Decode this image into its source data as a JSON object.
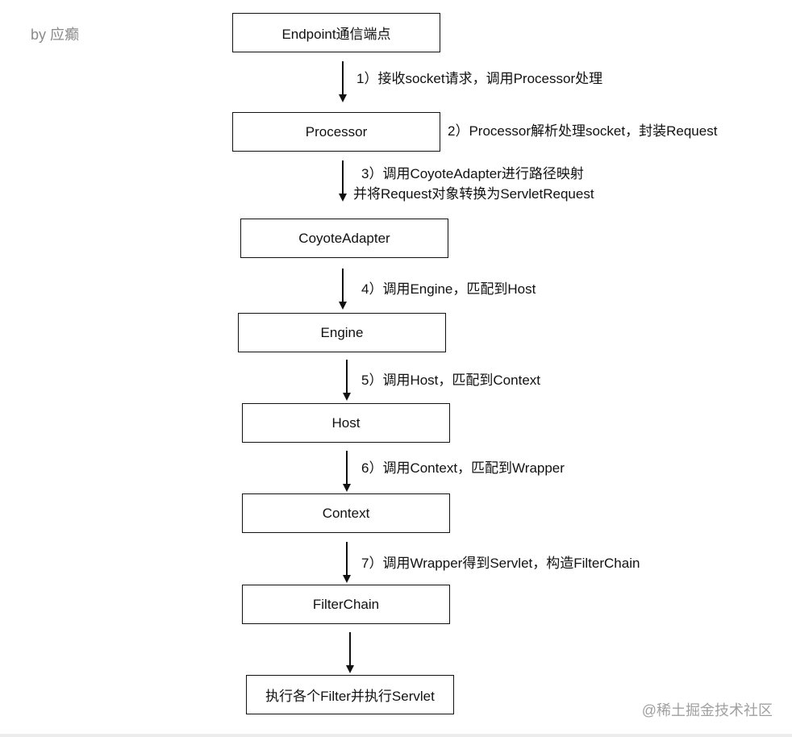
{
  "author": "by 应癫",
  "watermark": "@稀土掘金技术社区",
  "nodes": {
    "endpoint": "Endpoint通信端点",
    "processor": "Processor",
    "coyote": "CoyoteAdapter",
    "engine": "Engine",
    "host": "Host",
    "context": "Context",
    "filterchain": "FilterChain",
    "execute": "执行各个Filter并执行Servlet"
  },
  "steps": {
    "s1": "1）接收socket请求，调用Processor处理",
    "s2": "2）Processor解析处理socket，封装Request",
    "s3_line1": "3）调用CoyoteAdapter进行路径映射",
    "s3_line2": "并将Request对象转换为ServletRequest",
    "s4": "4）调用Engine，匹配到Host",
    "s5": "5）调用Host，匹配到Context",
    "s6": "6）调用Context，匹配到Wrapper",
    "s7": "7）调用Wrapper得到Servlet，构造FilterChain"
  }
}
